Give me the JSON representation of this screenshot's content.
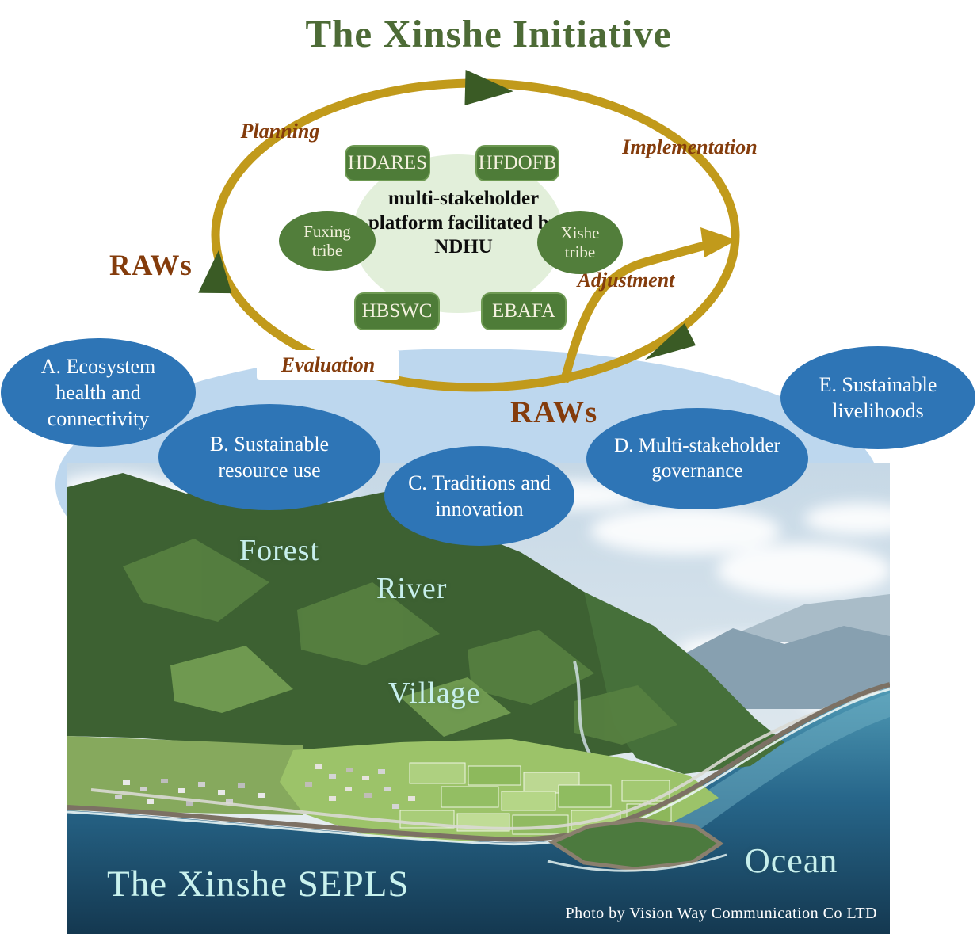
{
  "title": "The Xinshe Initiative",
  "cycle": {
    "stages": {
      "planning": "Planning",
      "implementation": "Implementation",
      "adjustment": "Adjustment",
      "evaluation": "Evaluation"
    },
    "raws_left": "RAWs",
    "raws_bottom": "RAWs",
    "platform_text": "multi-stakeholder platform facilitated by NDHU",
    "organizations": [
      "HDARES",
      "HFDOFB",
      "HBSWC",
      "EBAFA"
    ],
    "tribes": [
      "Fuxing tribe",
      "Xishe tribe"
    ]
  },
  "outcomes": [
    "A. Ecosystem health and connectivity",
    "B. Sustainable resource use",
    "C. Traditions and innovation",
    "D. Multi-stakeholder governance",
    "E. Sustainable livelihoods"
  ],
  "landscape": {
    "forest_label": "Forest",
    "river_label": "River",
    "village_label": "Village",
    "ocean_label": "Ocean",
    "caption": "The Xinshe SEPLS",
    "photo_credit": "Photo by Vision Way Communication Co LTD"
  },
  "colors": {
    "cycle_gold": "#C19A1B",
    "arrowhead_green": "#3A5B25",
    "stage_brown": "#843C0C",
    "org_green": "#4E7C38",
    "platform_ellipse_green": "#E2EFDA",
    "outcome_blue": "#2E75B6",
    "community_lightblue": "#BDD7EE",
    "title_green": "#4D6B36",
    "photo_label_cyan": "#C7EFEC"
  }
}
